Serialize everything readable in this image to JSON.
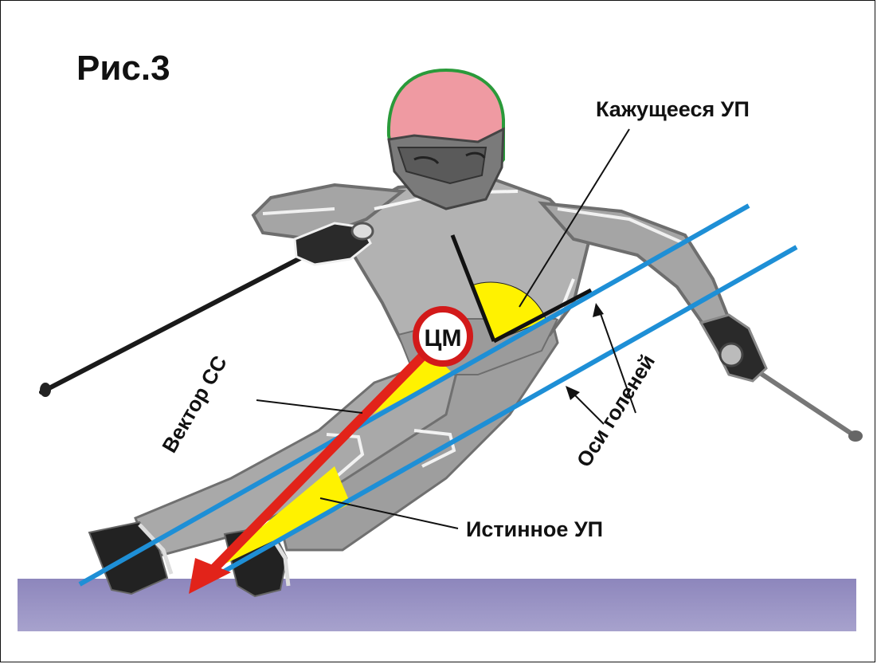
{
  "figure": {
    "title": "Рис.3"
  },
  "labels": {
    "apparent_angle": "Кажущееся УП",
    "cm": "ЦМ",
    "vector": "Вектор СС",
    "shin_axes": "Оси голеней",
    "true_angle": "Истинное УП"
  },
  "colors": {
    "axis_blue": "#1e8fd6",
    "vector_red": "#e2231a",
    "angle_yellow": "#fff200",
    "ground": "#9a94c4",
    "suit_gray": "#a8a8a8",
    "helmet_pink": "#ef9aa2",
    "helmet_rim": "#2a9a3a"
  },
  "icons": {
    "skier": "skier-figure",
    "pole": "ski-pole-icon",
    "glove": "glove-icon",
    "boot": "ski-boot-icon"
  }
}
